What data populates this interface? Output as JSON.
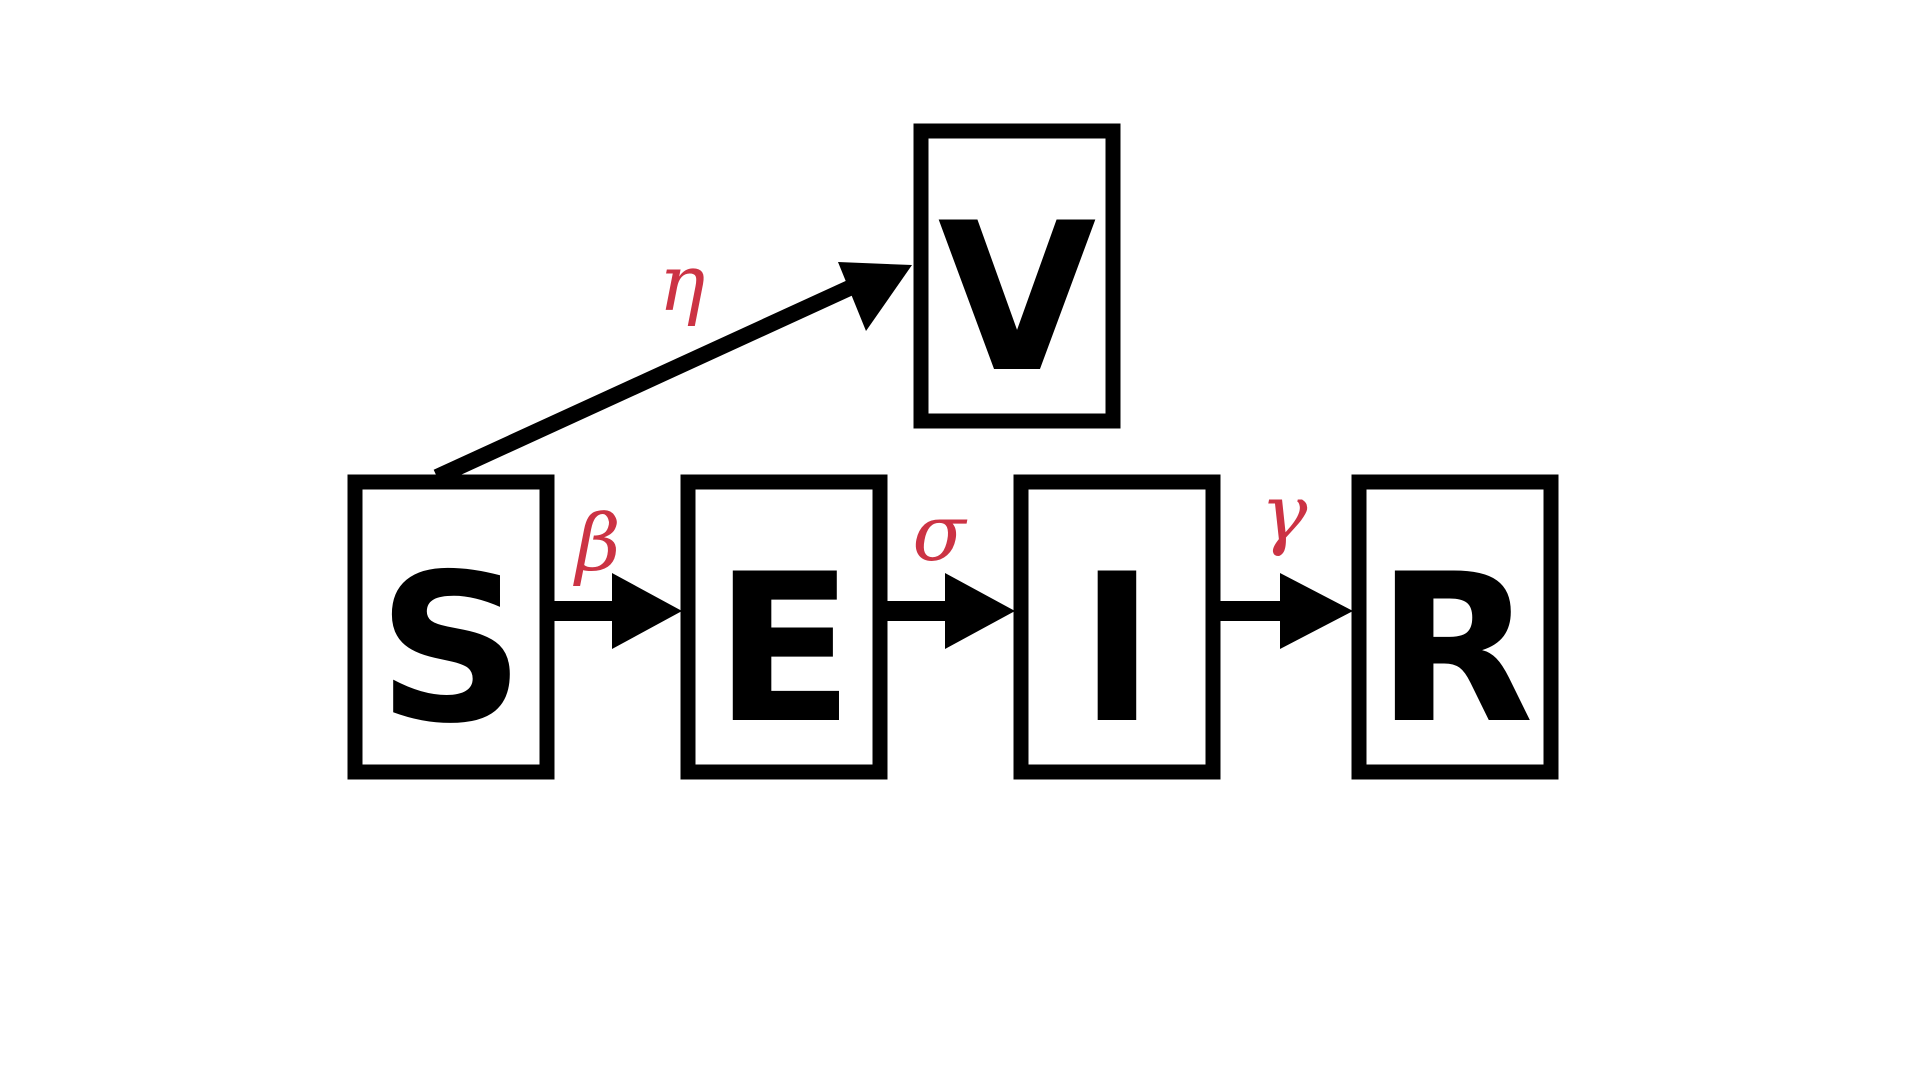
{
  "diagram": {
    "compartments": {
      "s": "S",
      "e": "E",
      "i": "I",
      "r": "R",
      "v": "V"
    },
    "rates": {
      "s_to_e": "β",
      "e_to_i": "σ",
      "i_to_r": "γ",
      "s_to_v": "η"
    },
    "colors": {
      "box_stroke": "#000000",
      "arrow": "#000000",
      "rate_label": "#cc3344"
    },
    "edges": [
      {
        "from": "S",
        "to": "E",
        "rate": "β"
      },
      {
        "from": "E",
        "to": "I",
        "rate": "σ"
      },
      {
        "from": "I",
        "to": "R",
        "rate": "γ"
      },
      {
        "from": "S",
        "to": "V",
        "rate": "η"
      }
    ]
  }
}
